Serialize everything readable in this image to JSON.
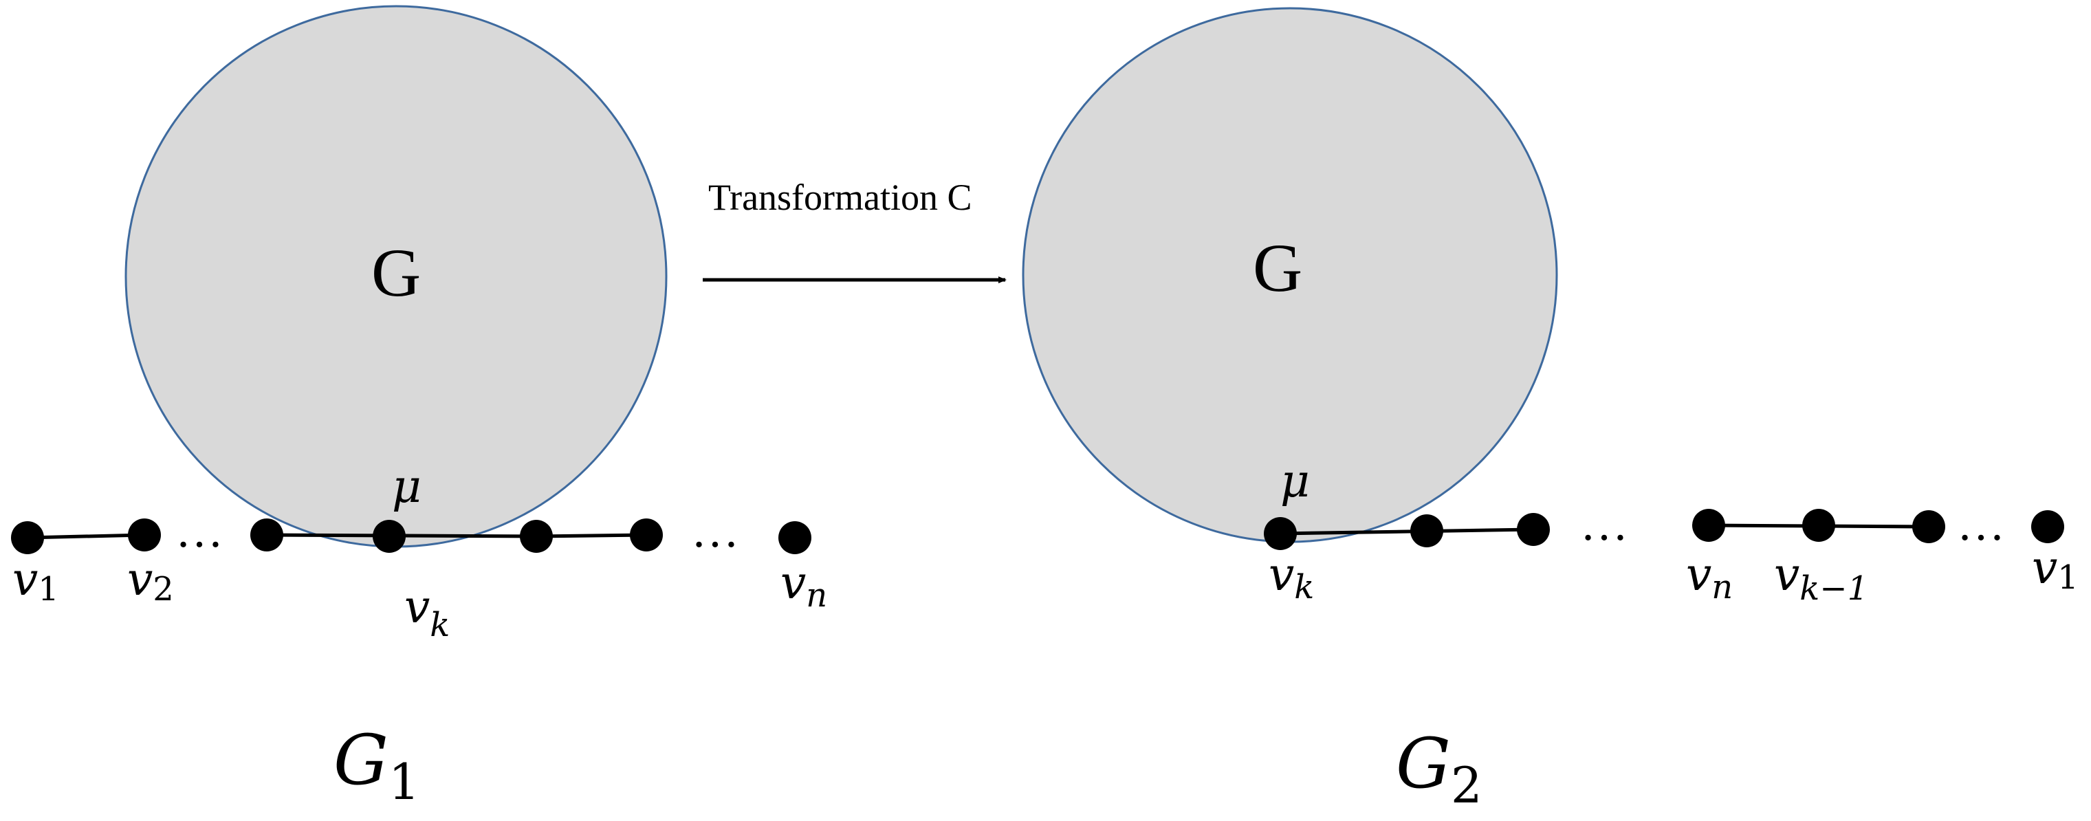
{
  "graph_label": "G",
  "arrow_label": "Transformation C",
  "left": {
    "caption": "G",
    "caption_sub": "1",
    "mu": "μ",
    "dots": [
      "…",
      "…"
    ],
    "vertices": [
      {
        "label": "v",
        "sub": "1"
      },
      {
        "label": "v",
        "sub": "2"
      },
      {
        "label": "v",
        "sub": "k"
      },
      {
        "label": "v",
        "sub": "n"
      }
    ]
  },
  "right": {
    "caption": "G",
    "caption_sub": "2",
    "mu": "μ",
    "dots": [
      "…",
      "…"
    ],
    "vertices": [
      {
        "label": "v",
        "sub": "k"
      },
      {
        "label": "v",
        "sub": "n"
      },
      {
        "label": "v",
        "sub": "k−1"
      },
      {
        "label": "v",
        "sub": "1"
      }
    ]
  },
  "colors": {
    "circle_fill": "#d9d9d9",
    "circle_stroke": "#3e6a9e",
    "ink": "#000000"
  }
}
